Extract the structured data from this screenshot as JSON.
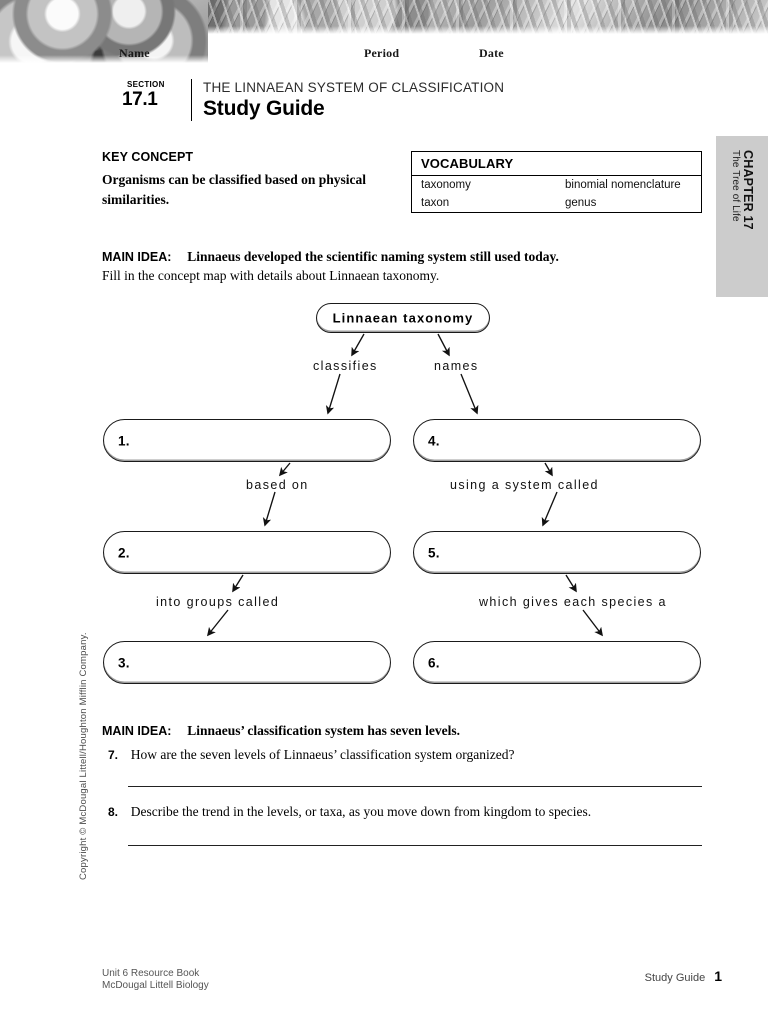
{
  "header": {
    "name_label": "Name",
    "period_label": "Period",
    "date_label": "Date"
  },
  "section": {
    "kicker_word": "SECTION",
    "number": "17.1",
    "subject": "THE LINNAEAN SYSTEM OF CLASSIFICATION",
    "title": "Study Guide"
  },
  "chapter_tab": {
    "number": "CHAPTER 17",
    "name": "The Tree of Life"
  },
  "copyright": "Copyright © McDougal Littell/Houghton Mifflin Company.",
  "key_concept": {
    "label": "KEY CONCEPT",
    "text": "Organisms can be classified based on physical similarities."
  },
  "vocabulary": {
    "heading": "VOCABULARY",
    "rows": [
      {
        "left": "taxonomy",
        "right": "binomial nomenclature"
      },
      {
        "left": "taxon",
        "right": "genus"
      }
    ]
  },
  "main_idea_1": {
    "label": "MAIN IDEA:",
    "text": "Linnaeus developed the scientific naming system still used today.",
    "instruction": "Fill in the concept map with details about Linnaean taxonomy."
  },
  "concept_map": {
    "root_label": "Linnaean taxonomy",
    "nodes": [
      {
        "number": "1."
      },
      {
        "number": "2."
      },
      {
        "number": "3."
      },
      {
        "number": "4."
      },
      {
        "number": "5."
      },
      {
        "number": "6."
      }
    ],
    "edge_labels": {
      "classifies": "classifies",
      "names": "names",
      "based_on": "based on",
      "using_a_system_called": "using a system called",
      "into_groups_called": "into groups called",
      "which_gives_each_species_a": "which gives each species a"
    }
  },
  "main_idea_2": {
    "label": "MAIN IDEA:",
    "text": "Linnaeus’ classification system has seven levels."
  },
  "questions": [
    {
      "number": "7.",
      "text": "How are the seven levels of Linnaeus’ classification system organized?"
    },
    {
      "number": "8.",
      "text": "Describe the trend in the levels, or taxa, as you move down from kingdom to species."
    }
  ],
  "footer": {
    "line1": "Unit 6 Resource Book",
    "line2": "McDougal Littell Biology",
    "right_label": "Study Guide",
    "page": "1"
  }
}
